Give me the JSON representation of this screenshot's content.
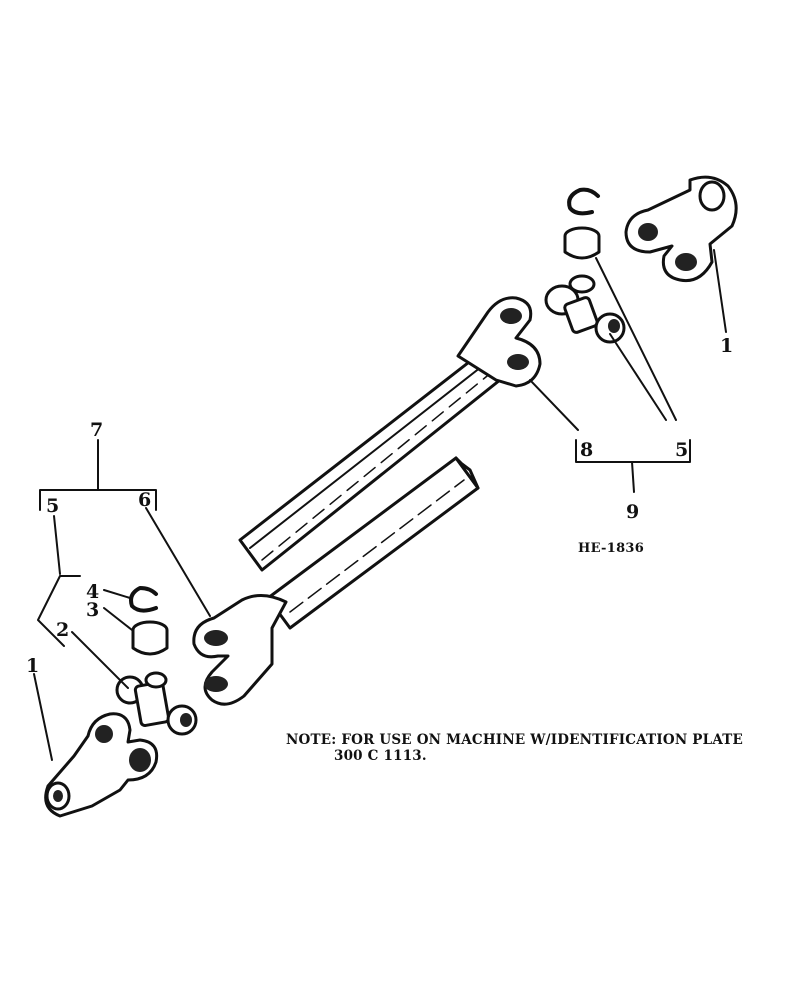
{
  "diagram": {
    "drawing_number": "HE-1836",
    "note_line1": "NOTE:  FOR USE ON MACHINE W/IDENTIFICATION PLATE",
    "note_line2": "300 C 1113.",
    "callouts": {
      "c1_right": "1",
      "c1_left": "1",
      "c2": "2",
      "c3": "3",
      "c4": "4",
      "c5_left": "5",
      "c5_right": "5",
      "c6": "6",
      "c7": "7",
      "c8": "8",
      "c9": "9"
    }
  }
}
